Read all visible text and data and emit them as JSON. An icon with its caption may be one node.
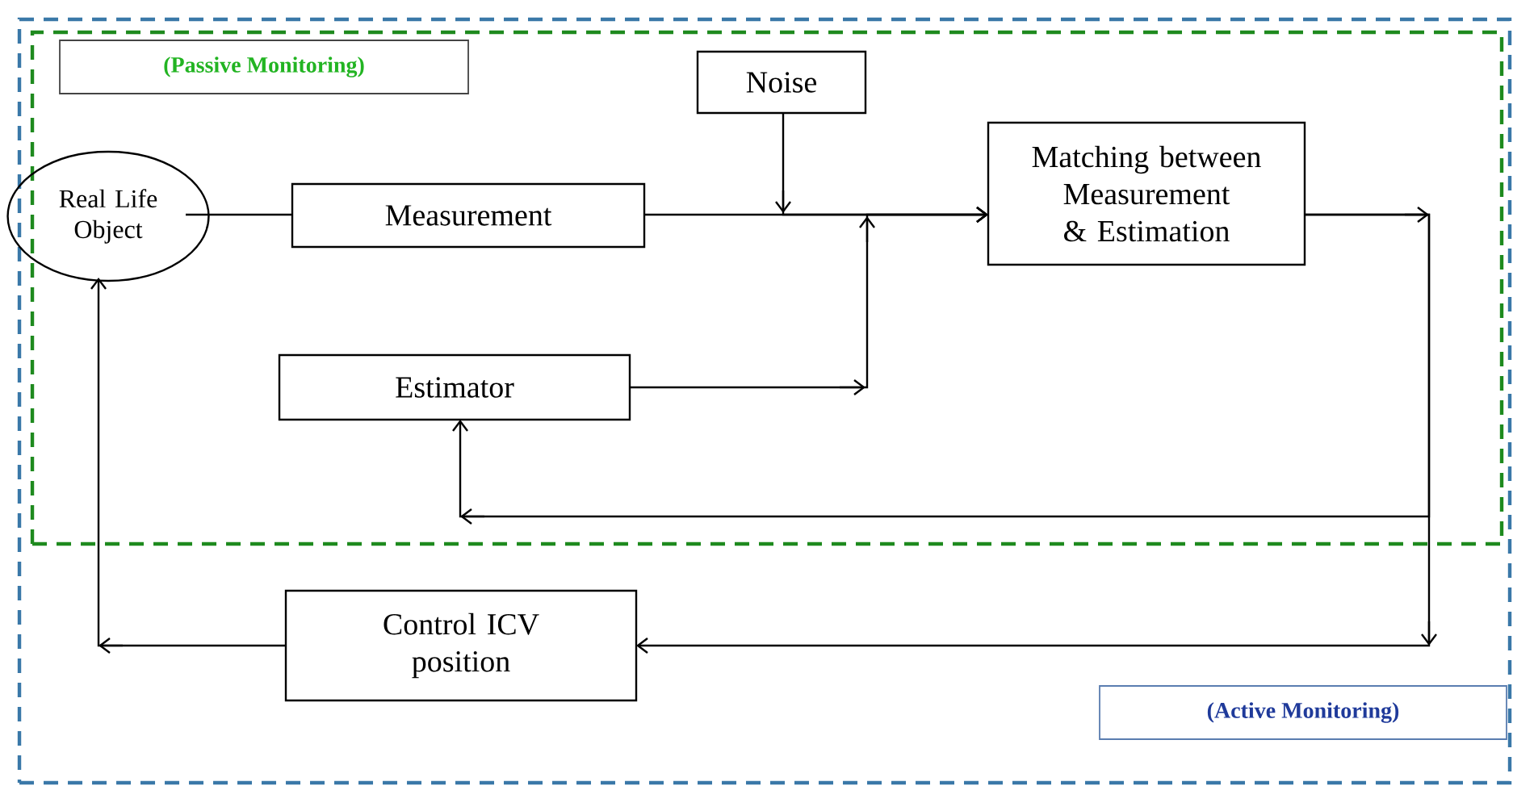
{
  "diagram": {
    "nodes": [
      {
        "text": [
          "(Active Monitoring)"
        ]
      },
      {
        "text": [
          "(Passive Monitoring)"
        ],
        "in": 0
      },
      {
        "text": [
          "Noise"
        ],
        "in": 1
      },
      {
        "text": [
          "Real Life Object"
        ],
        "in": 1
      },
      {
        "text": [
          "Measurement"
        ],
        "in": 1
      },
      {
        "text": [
          "Matching between Measurement & Estimation"
        ],
        "in": 1
      },
      {
        "text": [
          "Estimator"
        ],
        "in": 1
      },
      {
        "text": [
          "Control ICV position"
        ],
        "in": 0
      }
    ],
    "edges": [
      {
        "from": 3,
        "to": 4,
        "arrow": "none"
      },
      {
        "from": 4,
        "to": 5,
        "arrow": "to"
      },
      {
        "from": 2,
        "to": 5,
        "arrow": "to"
      },
      {
        "from": 6,
        "to": 5,
        "arrow": "to"
      },
      {
        "from": 5,
        "to": 6,
        "arrow": "to"
      },
      {
        "from": 5,
        "to": 7,
        "arrow": "to"
      },
      {
        "from": 7,
        "to": 3,
        "arrow": "to"
      }
    ]
  }
}
